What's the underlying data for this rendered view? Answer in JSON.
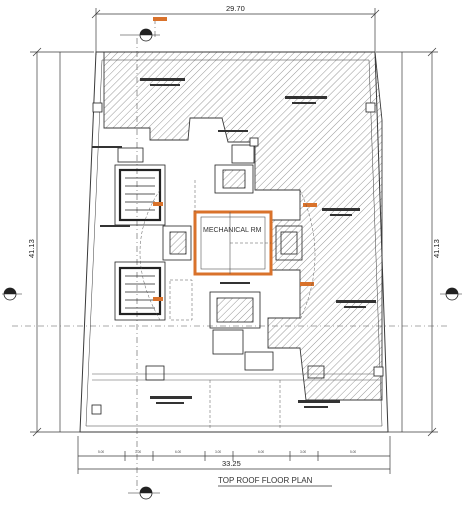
{
  "plan": {
    "title": "TOP ROOF FLOOR PLAN",
    "room_label": "MECHANICAL RM",
    "dimensions": {
      "top_width": "29.70",
      "bottom_width": "33.25",
      "left_height": "41.13",
      "right_height": "41.13"
    },
    "bottom_segments": [
      "5.00",
      "3.00",
      "6.00",
      "3.00",
      "6.00",
      "3.00",
      "5.00"
    ],
    "colors": {
      "line": "#3a3a3a",
      "hatch": "#6a6a6a",
      "core_highlight": "#d9722b",
      "title_underline": "#333333"
    },
    "icons": [
      "section-marker-icon",
      "section-marker-icon",
      "section-marker-icon",
      "section-marker-icon"
    ]
  }
}
